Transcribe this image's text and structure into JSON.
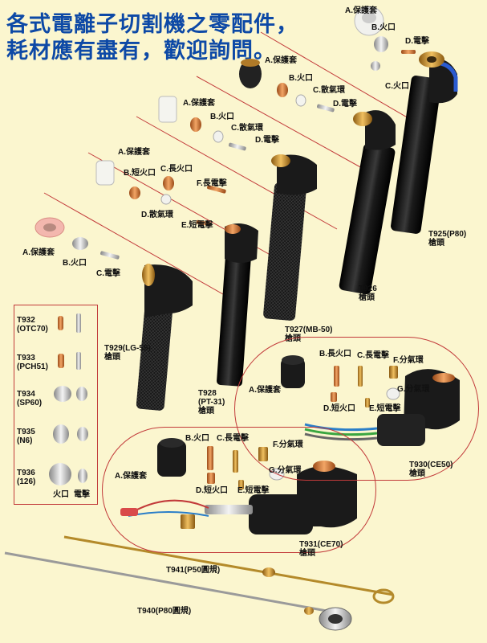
{
  "headline": {
    "line1": "各式電離子切割機之零配件，",
    "line2": "耗材應有盡有，歡迎詢問。"
  },
  "torches": {
    "t925": {
      "model": "T925(P80)",
      "head": "槍頭",
      "parts": {
        "a": "A.保護套",
        "b": "B.火口",
        "d": "D.電擊",
        "c": "C.火口"
      }
    },
    "t926": {
      "model": "T926",
      "head": "槍頭",
      "parts": {
        "a": "A.保護套",
        "b": "B.火口",
        "c": "C.散氣環",
        "d": "D.電擊"
      }
    },
    "t927": {
      "model": "T927(MB-50)",
      "head": "槍頭",
      "parts": {
        "a": "A.保護套",
        "b": "B.火口",
        "c": "C.散氣環",
        "d": "D.電擊"
      }
    },
    "t928": {
      "model": "T928",
      "model2": "(PT-31)",
      "head": "槍頭",
      "parts": {
        "a": "A.保護套",
        "b": "B.短火口",
        "c": "C.長火口",
        "f": "F.長電擊",
        "d": "D.散氣環",
        "e": "E.短電擊"
      }
    },
    "t929": {
      "model": "T929(LG-55)",
      "head": "槍頭",
      "parts": {
        "a": "A.保護套",
        "b": "B.火口",
        "c": "C.電擊"
      }
    }
  },
  "tips_box": {
    "rows": [
      {
        "model": "T932",
        "sub": "(OTC70)"
      },
      {
        "model": "T933",
        "sub": "(PCH51)"
      },
      {
        "model": "T934",
        "sub": "(SP60)"
      },
      {
        "model": "T935",
        "sub": "(N6)"
      },
      {
        "model": "T936",
        "sub": "(126)"
      }
    ],
    "footer_nozzle": "火口",
    "footer_electrode": "電擊"
  },
  "t930": {
    "model": "T930(CE50)",
    "head": "槍頭",
    "parts": {
      "a": "A.保護套",
      "b": "B.長火口",
      "c": "C.長電擊",
      "f": "F.分氣環",
      "g": "G.分氣環",
      "d": "D.短火口",
      "e": "E.短電擊"
    }
  },
  "t931": {
    "model": "T931(CE70)",
    "head": "槍頭",
    "parts": {
      "a": "A.保護套",
      "b": "B.火口",
      "c": "C.長電擊",
      "f": "F.分氣環",
      "g": "G.分氣環",
      "d": "D.短火口",
      "e": "E.短電擊"
    }
  },
  "guides": {
    "t941": "T941(P50圓規)",
    "t940": "T940(P80圓規)"
  },
  "colors": {
    "background": "#fbf6cf",
    "headline": "#0d49a6",
    "border_red": "#c23a3a",
    "torch_black": "#1a1a1a",
    "brass": "#c99a3a"
  }
}
